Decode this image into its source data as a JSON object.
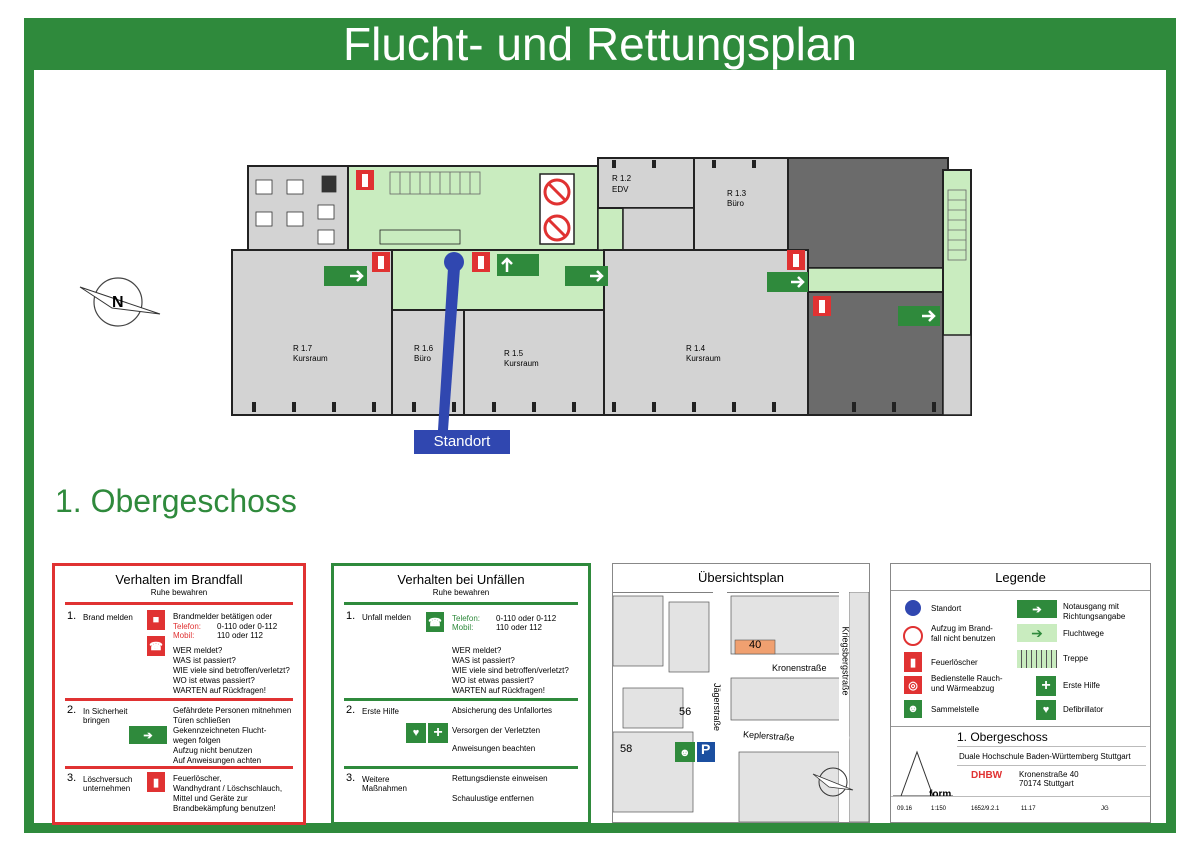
{
  "header": {
    "title": "Flucht- und Rettungsplan"
  },
  "floor_title": "1. Obergeschoss",
  "standort_label": "Standort",
  "rooms": [
    {
      "id": "R 1.2",
      "name": "EDV"
    },
    {
      "id": "R 1.3",
      "name": "Büro"
    },
    {
      "id": "R 1.7",
      "name": "Kursraum"
    },
    {
      "id": "R 1.6",
      "name": "Büro"
    },
    {
      "id": "R 1.5",
      "name": "Kursraum"
    },
    {
      "id": "R 1.4",
      "name": "Kursraum"
    }
  ],
  "brand": {
    "title": "Verhalten im Brandfall",
    "subtitle": "Ruhe bewahren",
    "s1_num": "1.",
    "s1_label": "Brand melden",
    "s1_l1": "Brandmelder betätigen oder",
    "s1_tel_label": "Telefon:",
    "s1_tel_val": "0-110 oder 0-112",
    "s1_mob_label": "Mobil:",
    "s1_mob_val": "110 oder 112",
    "q1": "WER meldet?",
    "q2": "WAS ist passiert?",
    "q3": "WIE viele sind betroffen/verletzt?",
    "q4": "WO ist etwas passiert?",
    "q5": "WARTEN auf Rückfragen!",
    "s2_num": "2.",
    "s2_label1": "In Sicherheit",
    "s2_label2": "bringen",
    "s2_l1": "Gefährdete Personen mitnehmen",
    "s2_l2": "Türen schließen",
    "s2_l3": "Gekennzeichneten Flucht-",
    "s2_l4": "wegen folgen",
    "s2_l5": "Aufzug nicht benutzen",
    "s2_l6": "Auf Anweisungen achten",
    "s3_num": "3.",
    "s3_label1": "Löschversuch",
    "s3_label2": "unternehmen",
    "s3_l1": "Feuerlöscher,",
    "s3_l2": "Wandhydrant / Löschschlauch,",
    "s3_l3": "Mittel und Geräte zur",
    "s3_l4": "Brandbekämpfung benutzen!"
  },
  "unfall": {
    "title": "Verhalten bei Unfällen",
    "subtitle": "Ruhe bewahren",
    "s1_num": "1.",
    "s1_label": "Unfall melden",
    "s1_tel_label": "Telefon:",
    "s1_tel_val": "0-110 oder 0-112",
    "s1_mob_label": "Mobil:",
    "s1_mob_val": "110 oder 112",
    "q1": "WER meldet?",
    "q2": "WAS ist passiert?",
    "q3": "WIE viele sind betroffen/verletzt?",
    "q4": "WO ist etwas passiert?",
    "q5": "WARTEN auf Rückfragen!",
    "s2_num": "2.",
    "s2_label": "Erste Hilfe",
    "s2_l1": "Absicherung des Unfallortes",
    "s2_l2": "Versorgen der Verletzten",
    "s2_l3": "Anweisungen beachten",
    "s3_num": "3.",
    "s3_label1": "Weitere",
    "s3_label2": "Maßnahmen",
    "s3_l1": "Rettungsdienste einweisen",
    "s3_l2": "Schaulustige entfernen"
  },
  "uebersicht": {
    "title": "Übersichtsplan",
    "street1": "Kronenstraße",
    "street2": "Keplerstraße",
    "street3": "Jägerstraße",
    "street4": "Kriegsbergstraße",
    "n40": "40",
    "n56": "56",
    "n58": "58",
    "parking": "P"
  },
  "legende": {
    "title": "Legende",
    "i1": "Standort",
    "i2a": "Aufzug im Brand-",
    "i2b": "fall nicht benutzen",
    "i3": "Feuerlöscher",
    "i4a": "Bedienstelle Rauch-",
    "i4b": "und Wärmeabzug",
    "i5": "Sammelstelle",
    "i6a": "Notausgang mit",
    "i6b": "Richtungsangabe",
    "i7": "Fluchtwege",
    "i8": "Treppe",
    "i9": "Erste Hilfe",
    "i10": "Defibrillator",
    "floor": "1. Obergeschoss",
    "org": "Duale Hochschule Baden-Württemberg Stuttgart",
    "addr1": "Kronenstraße 40",
    "addr2": "70174 Stuttgart",
    "logo_form": "form",
    "logo_dhbw": "DHBW",
    "f1": "09.16",
    "f2": "1:150",
    "f3": "1652/9.2.1",
    "f4": "11.17",
    "f5": "JG"
  },
  "colors": {
    "green": "#2f8a3c",
    "red": "#e03232",
    "escape_fill": "#c9ecbf",
    "room_fill": "#d3d3d3",
    "dark_fill": "#6b6b6b",
    "standort": "#3047b0",
    "orange": "#f0a070"
  }
}
